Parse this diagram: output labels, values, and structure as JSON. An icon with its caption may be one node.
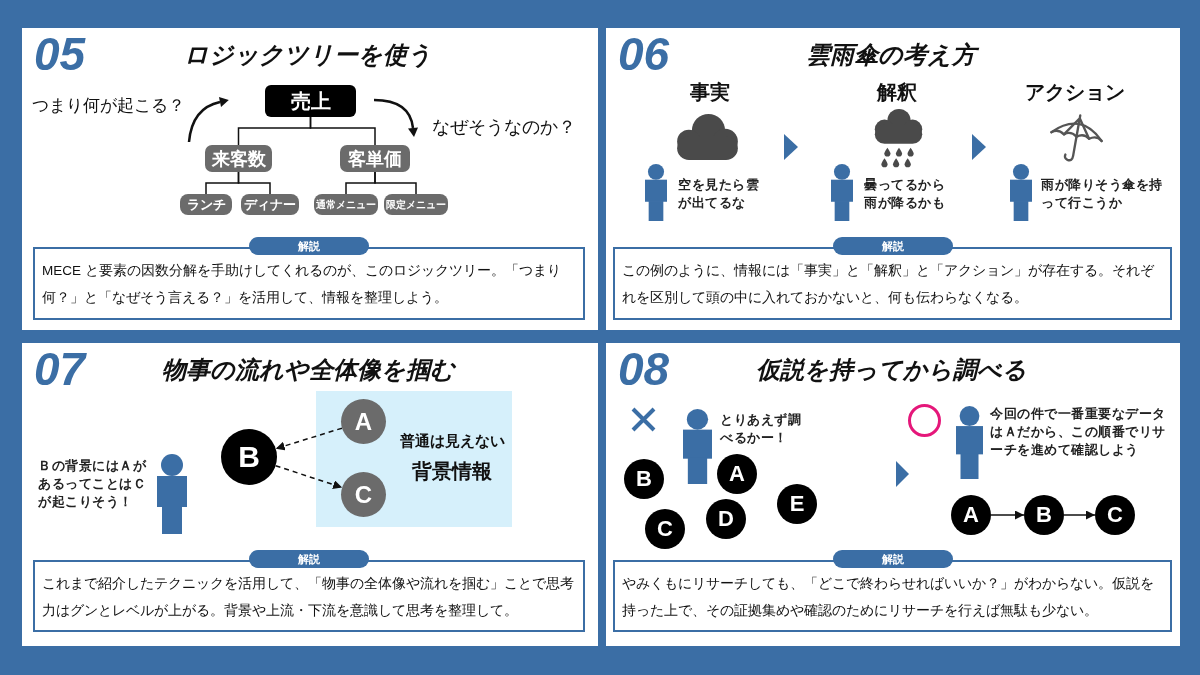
{
  "diagram": {
    "nodes": [
      {
        "text": [
          "05",
          "ロジックツリーを使う"
        ]
      },
      {
        "text": [
          "売上"
        ],
        "in": 0
      },
      {
        "text": [
          "来客数"
        ],
        "in": 0
      },
      {
        "text": [
          "客単価"
        ],
        "in": 0
      },
      {
        "text": [
          "ランチ"
        ],
        "in": 0
      },
      {
        "text": [
          "ディナー"
        ],
        "in": 0
      },
      {
        "text": [
          "通常メニュー"
        ],
        "in": 0
      },
      {
        "text": [
          "限定メニュー"
        ],
        "in": 0
      },
      {
        "text": [
          "解説",
          "MECE と要素の因数分解を手助けしてくれるのが、このロジックツリー。「つまり何？」と「なぜそう言える？」を活用して、情報を整理しよう。"
        ],
        "in": 0
      },
      {
        "text": [
          "06",
          "雲雨傘の考え方"
        ]
      },
      {
        "text": [
          "事実",
          "空を見たら雲が出てるな"
        ],
        "in": 9
      },
      {
        "text": [
          "解釈",
          "曇ってるから雨が降るかも"
        ],
        "in": 9
      },
      {
        "text": [
          "アクション",
          "雨が降りそう傘を持って行こうか"
        ],
        "in": 9
      },
      {
        "text": [
          "解説",
          "この例のように、情報には「事実」と「解釈」と「アクション」が存在する。それぞれを区別して頭の中に入れておかないと、何も伝わらなくなる。"
        ],
        "in": 9
      },
      {
        "text": [
          "07",
          "物事の流れや全体像を掴む"
        ]
      },
      {
        "text": [
          "B"
        ],
        "in": 14
      },
      {
        "text": [
          "普通は見えない",
          "背景情報"
        ],
        "in": 14
      },
      {
        "text": [
          "A"
        ],
        "in": 16
      },
      {
        "text": [
          "C"
        ],
        "in": 16
      },
      {
        "text": [
          "解説",
          "これまで紹介したテクニックを活用して、「物事の全体像や流れを掴む」ことで思考力はグンとレベルが上がる。背景や上流・下流を意識して思考を整理して。"
        ],
        "in": 14
      },
      {
        "text": [
          "08",
          "仮説を持ってから調べる"
        ]
      },
      {
        "text": [
          "B"
        ],
        "in": 20
      },
      {
        "text": [
          "A"
        ],
        "in": 20
      },
      {
        "text": [
          "C"
        ],
        "in": 20
      },
      {
        "text": [
          "D"
        ],
        "in": 20
      },
      {
        "text": [
          "E"
        ],
        "in": 20
      },
      {
        "text": [
          "A"
        ],
        "in": 20
      },
      {
        "text": [
          "B"
        ],
        "in": 20
      },
      {
        "text": [
          "C"
        ],
        "in": 20
      },
      {
        "text": [
          "解説",
          "やみくもにリサーチしても、「どこで終わらせればいいか？」がわからない。仮説を持った上で、その証拠集めや確認のためにリサーチを行えば無駄も少ない。"
        ],
        "in": 20
      }
    ],
    "edges": [
      {
        "from": 1,
        "to": 2,
        "arrow": "none"
      },
      {
        "from": 1,
        "to": 3,
        "arrow": "none"
      },
      {
        "from": 2,
        "to": 4,
        "arrow": "none"
      },
      {
        "from": 2,
        "to": 5,
        "arrow": "none"
      },
      {
        "from": 3,
        "to": 6,
        "arrow": "none"
      },
      {
        "from": 3,
        "to": 7,
        "arrow": "none"
      },
      {
        "from": 10,
        "to": 11,
        "arrow": "to",
        "color": "#3b6ea5"
      },
      {
        "from": 11,
        "to": 12,
        "arrow": "to",
        "color": "#3b6ea5"
      },
      {
        "from": 17,
        "to": 15,
        "arrow": "to",
        "style": "dashed"
      },
      {
        "from": 15,
        "to": 18,
        "arrow": "to",
        "style": "dashed"
      },
      {
        "from": 26,
        "to": 27,
        "arrow": "to"
      },
      {
        "from": 27,
        "to": 28,
        "arrow": "to"
      }
    ],
    "labels": [
      "つまり何が起こる？",
      "なぜそうなのか？",
      "Ｂの背景にはＡがあるってことはＣが起こりそう！",
      "とりあえず調べるかー！",
      "今回の件で一番重要なデータはＡだから、この順番でリサーチを進めて確認しよう"
    ]
  }
}
